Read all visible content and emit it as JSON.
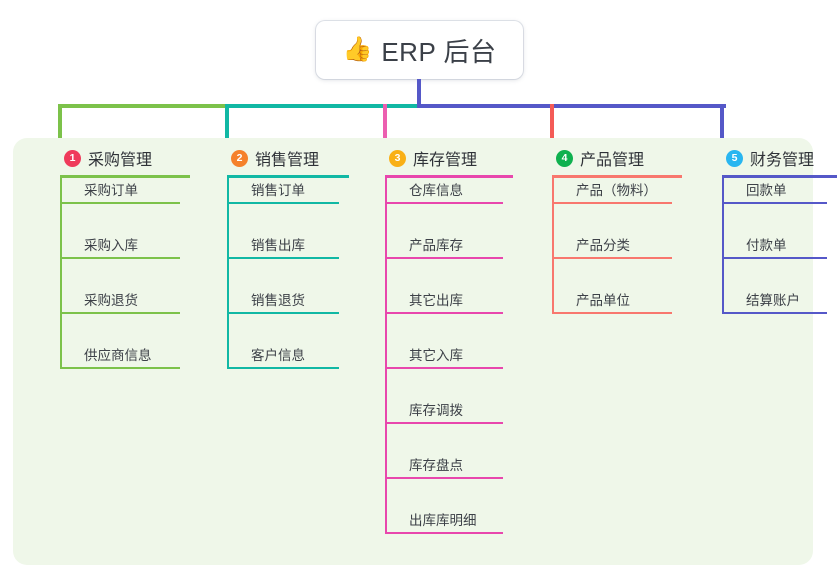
{
  "diagram": {
    "type": "mind-map",
    "background_color": "#ffffff",
    "panel_color": "#eff7e9",
    "root": {
      "icon": "thumbs-up-icon",
      "icon_glyph": "👍",
      "label": "ERP 后台",
      "box_color": "#ffffff",
      "stem_color": "#5558c8"
    },
    "bus_segments": [
      {
        "name": "bus-segment-green",
        "color": "#7cc24a"
      },
      {
        "name": "bus-segment-teal",
        "color": "#11b8a4"
      },
      {
        "name": "bus-segment-indigo",
        "color": "#5558c8"
      }
    ],
    "columns": [
      {
        "index": "1",
        "badge_label": "1",
        "badge_color": "#ef3b5b",
        "title": "采购管理",
        "line_color": "#7cc24a",
        "drop_color": "#7cc24a",
        "items": [
          "采购订单",
          "采购入库",
          "采购退货",
          "供应商信息"
        ]
      },
      {
        "index": "2",
        "badge_label": "2",
        "badge_color": "#f5812b",
        "title": "销售管理",
        "line_color": "#11b8a4",
        "drop_color": "#11b8a4",
        "items": [
          "销售订单",
          "销售出库",
          "销售退货",
          "客户信息"
        ]
      },
      {
        "index": "3",
        "badge_label": "3",
        "badge_color": "#f9b016",
        "title": "库存管理",
        "line_color": "#e847ad",
        "drop_color": "#ec5fb0",
        "items": [
          "仓库信息",
          "产品库存",
          "其它出库",
          "其它入库",
          "库存调拨",
          "库存盘点",
          "出库库明细"
        ]
      },
      {
        "index": "4",
        "badge_label": "4",
        "badge_color": "#0fb14f",
        "title": "产品管理",
        "line_color": "#f8776e",
        "drop_color": "#f45b57",
        "items": [
          "产品（物料）",
          "产品分类",
          "产品单位"
        ]
      },
      {
        "index": "5",
        "badge_label": "5",
        "badge_color": "#29b6f0",
        "title": "财务管理",
        "line_color": "#5558c8",
        "drop_color": "#5558c8",
        "items": [
          "回款单",
          "付款单",
          "结算账户"
        ]
      }
    ]
  }
}
